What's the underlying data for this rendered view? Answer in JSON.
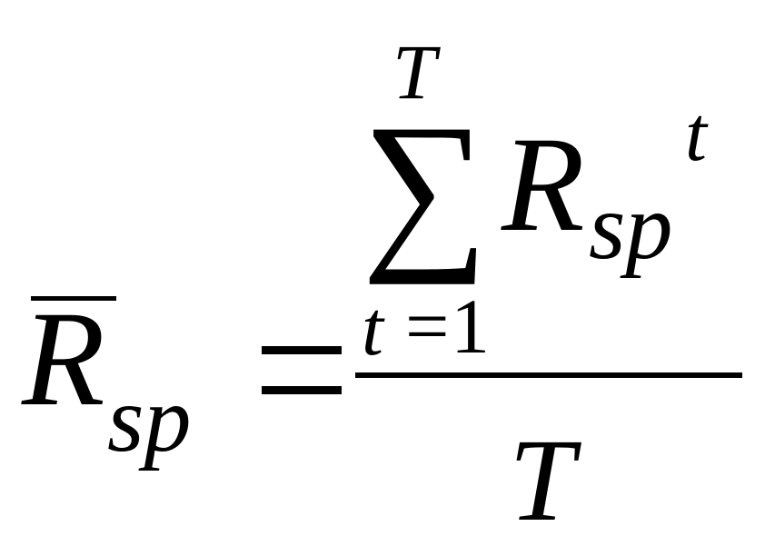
{
  "formula": {
    "lhs": {
      "symbol": "R",
      "subscript": "sp"
    },
    "equals": "=",
    "numerator": {
      "operator": "∑",
      "upper_limit": "T",
      "lower_limit": {
        "variable": "t",
        "equals": "=",
        "value": "1"
      },
      "term": {
        "symbol": "R",
        "subscript": "sp",
        "superscript": "t"
      }
    },
    "denominator": "T"
  }
}
